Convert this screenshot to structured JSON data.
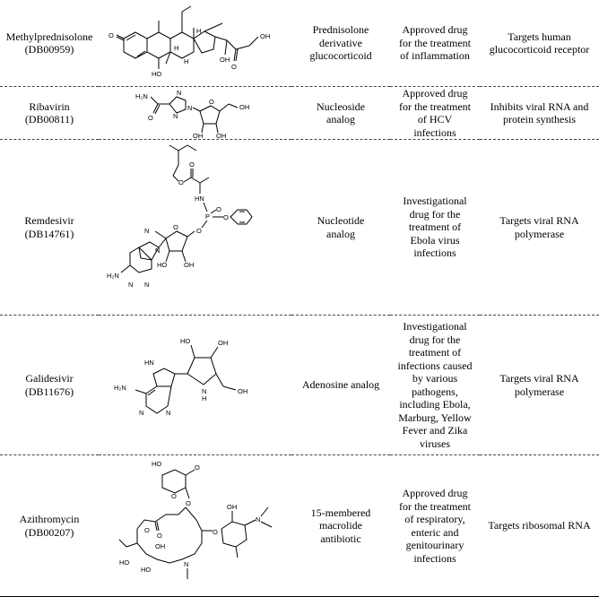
{
  "rows": [
    {
      "name": "Methylprednisolone",
      "id": "(DB00959)",
      "class": "Prednisolone\nderivative\nglucocorticoid",
      "status": "Approved drug\nfor the treatment\nof inflammation",
      "target": "Targets human\nglucocorticoid receptor",
      "atoms": {
        "o1": "O",
        "oh1": "HO",
        "oh2": "OH",
        "o2": "O",
        "oh3": "OH",
        "h1": "H",
        "h2": "H",
        "h3": "H"
      }
    },
    {
      "name": "Ribavirin",
      "id": "(DB00811)",
      "class": "Nucleoside\nanalog",
      "status": "Approved drug\nfor  the treatment\nof HCV\ninfections",
      "target": "Inhibits viral RNA and\nprotein synthesis",
      "atoms": {
        "h2n": "H₂N",
        "o": "O",
        "n1": "N",
        "n2": "N",
        "n3": "N",
        "or": "O",
        "oh1": "OH",
        "oh2": "OH",
        "oh3": "OH"
      }
    },
    {
      "name": "Remdesivir",
      "id": "(DB14761)",
      "class": "Nucleotide\nanalog",
      "status": "Investigational\ndrug for the\ntreatment of\nEbola virus\ninfections",
      "target": "Targets viral RNA\npolymerase",
      "atoms": {
        "o1": "O",
        "o2": "O",
        "hn": "HN",
        "p": "P",
        "op": "O",
        "o3": "O",
        "o4": "O",
        "o5": "O",
        "n": "N",
        "oh1": "HO",
        "oh2": "OH",
        "nh2": "H₂N",
        "n1": "N",
        "n2": "N",
        "n3": "N",
        "cn": "N"
      }
    },
    {
      "name": "Galidesivir",
      "id": "(DB11676)",
      "class": "Adenosine analog",
      "status": "Investigational\ndrug for the\ntreatment of\ninfections caused\nby various\npathogens,\nincluding Ebola,\nMarburg, Yellow\nFever and Zika\nviruses",
      "target": "Targets viral RNA\npolymerase",
      "atoms": {
        "hn": "HN",
        "h2n": "H₂N",
        "n1": "N",
        "n2": "N",
        "nh": "N",
        "h": "H",
        "oh1": "HO",
        "oh2": "OH",
        "oh3": "OH"
      }
    },
    {
      "name": "Azithromycin",
      "id": "(DB00207)",
      "class": "15-membered\nmacrolide\nantibiotic",
      "status": "Approved drug\nfor the treatment\nof respiratory,\nenteric and\ngenitourinary\ninfections",
      "target": "Targets  ribosomal RNA",
      "atoms": {
        "ho1": "HO",
        "o1": "O",
        "o2": "O",
        "o3": "O",
        "o4": "O",
        "o5": "O",
        "o6": "O",
        "oh1": "OH",
        "oh2": "OH",
        "ho2": "HO",
        "ho3": "HO",
        "n1": "N",
        "n2": "N"
      }
    }
  ]
}
